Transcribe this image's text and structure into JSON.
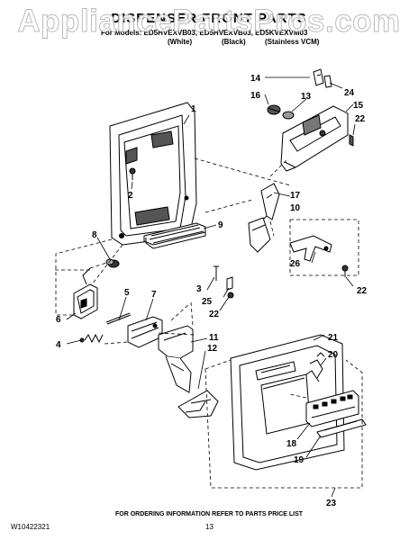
{
  "watermark": "AppliancePartsPros.com",
  "header": {
    "title": "DISPENSER FRONT PARTS",
    "models": "For Models: ED5HVEXVB03, ED5HVEXVB03, ED5KVEXVM03",
    "variants": [
      "(White)",
      "(Black)",
      "(Stainless VCM)"
    ]
  },
  "callouts": [
    "1",
    "2",
    "3",
    "4",
    "5",
    "6",
    "7",
    "8",
    "9",
    "10",
    "11",
    "12",
    "13",
    "14",
    "15",
    "16",
    "17",
    "18",
    "19",
    "20",
    "21",
    "22",
    "22",
    "22",
    "23",
    "24",
    "25",
    "26"
  ],
  "footer": {
    "ordering_note": "FOR ORDERING INFORMATION REFER TO PARTS PRICE LIST",
    "doc_id": "W10422321",
    "page": "13"
  }
}
